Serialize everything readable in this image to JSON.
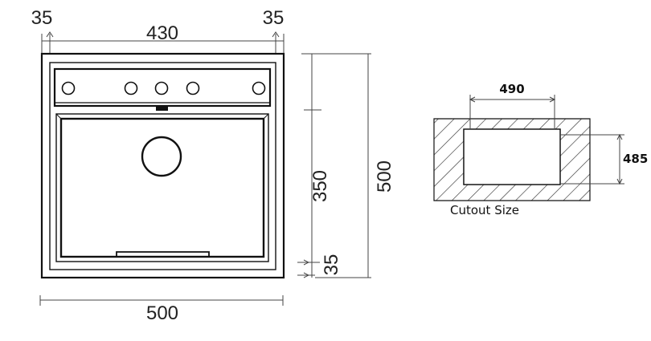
{
  "sink_drawing": {
    "top_left_margin": "35",
    "top_width": "430",
    "top_right_margin": "35",
    "bottom_width": "500",
    "bowl_depth": "350",
    "bottom_margin": "35",
    "overall_depth": "500",
    "tap_holes": 5
  },
  "cutout": {
    "width": "490",
    "depth": "485",
    "caption": "Cutout Size"
  },
  "colors": {
    "line": "#111111",
    "dim_line": "#444444",
    "hatch": "#333333"
  }
}
